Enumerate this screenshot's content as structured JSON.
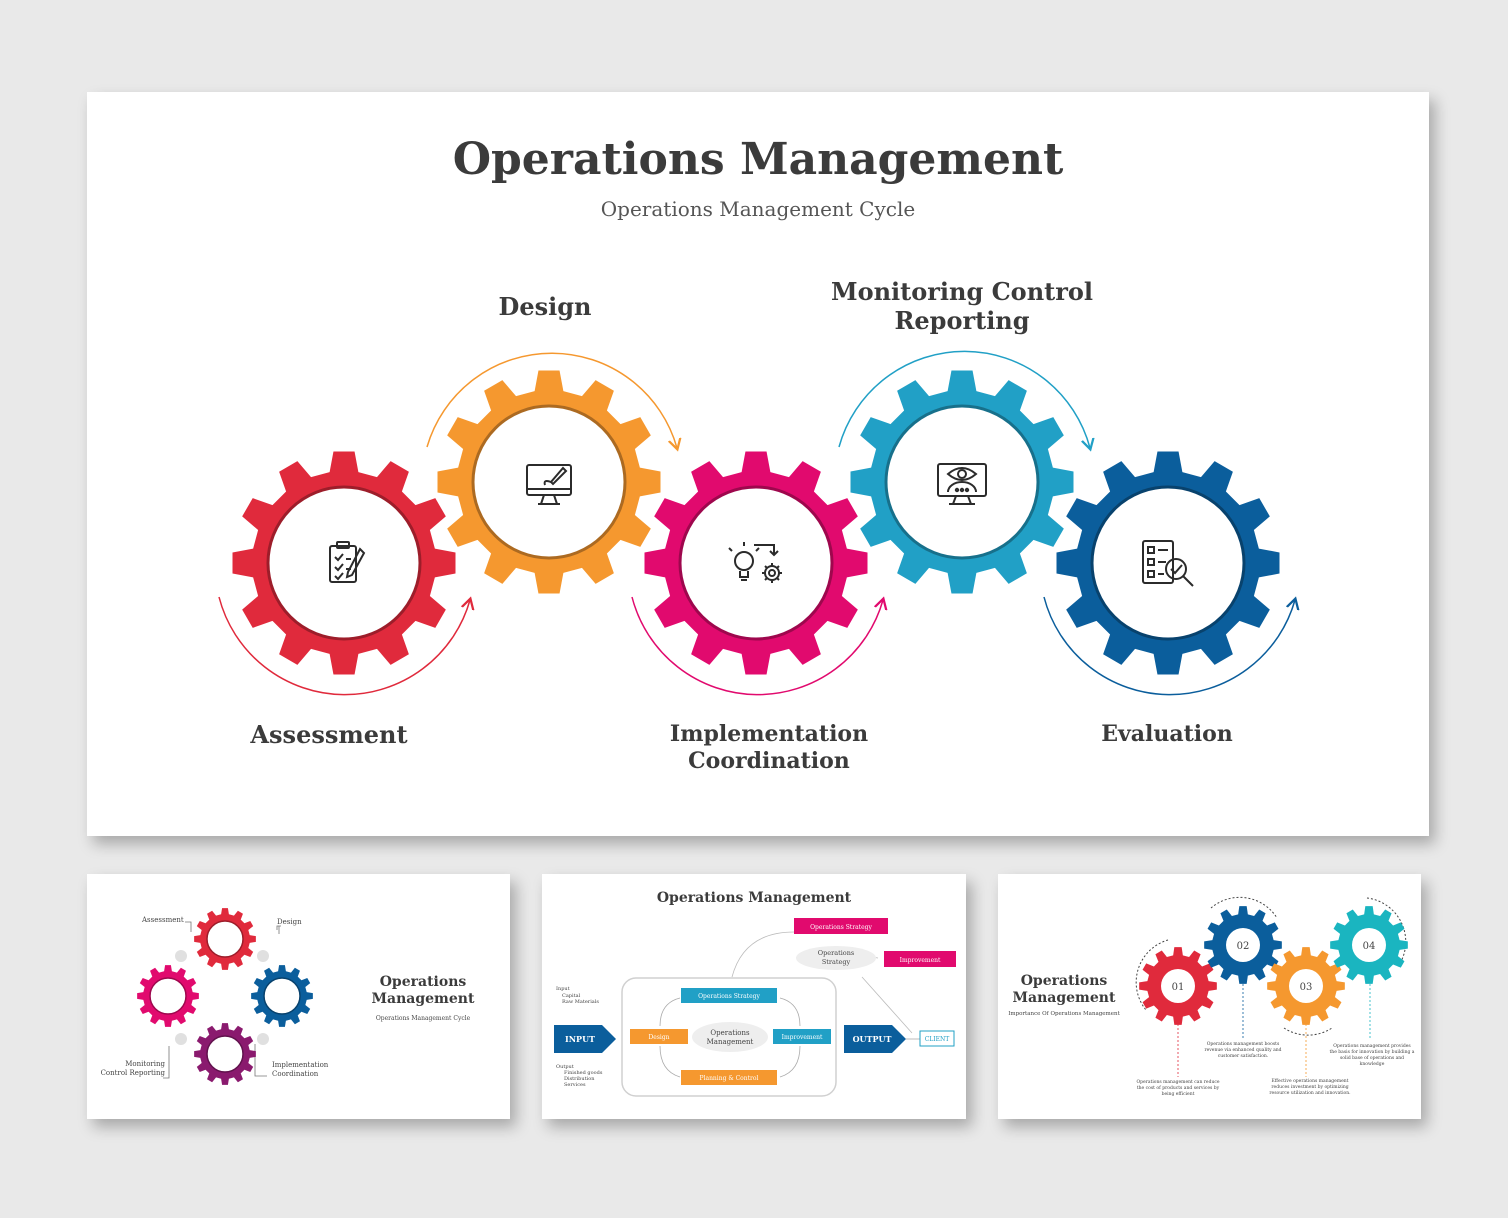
{
  "main": {
    "title": "Operations Management",
    "subtitle": "Operations Management Cycle",
    "steps": [
      {
        "label": "Assessment",
        "color": "#e02a3c",
        "icon": "clipboard-checklist-icon"
      },
      {
        "label": "Design",
        "color": "#f5982f",
        "icon": "monitor-design-icon"
      },
      {
        "label_lines": [
          "Implementation",
          "Coordination"
        ],
        "color": "#e10a6e",
        "icon": "idea-gear-icon"
      },
      {
        "label_lines": [
          "Monitoring Control",
          "Reporting"
        ],
        "color": "#21a0c6",
        "icon": "monitor-eye-icon"
      },
      {
        "label": "Evaluation",
        "color": "#0b5e9c",
        "icon": "report-search-icon"
      }
    ]
  },
  "thumb1": {
    "title_lines": [
      "Operations",
      "Management"
    ],
    "subtitle": "Operations Management Cycle",
    "labels": {
      "assessment": "Assessment",
      "design": "Design",
      "monitoring": [
        "Monitoring",
        "Control Reporting"
      ],
      "implementation": [
        "Implementation",
        "Coordination"
      ]
    },
    "colors": [
      "#e02a3c",
      "#0b5e9c",
      "#8a1a6e",
      "#e10a6e"
    ]
  },
  "thumb2": {
    "title": "Operations Management",
    "ops_strategy_top": "Operations Strategy",
    "ops_strategy_oval": [
      "Operations",
      "Strategy"
    ],
    "improvement_top": "Improvement",
    "input": "INPUT",
    "output": "OUTPUT",
    "client": "CLIENT",
    "inner_strategy": "Operations Strategy",
    "design": "Design",
    "center": [
      "Operations",
      "Management"
    ],
    "improvement": "Improvement",
    "planning": "Planning & Control",
    "input_notes": [
      "Input",
      "Capital",
      "Raw Materials"
    ],
    "output_notes": [
      "Output",
      "Finished goods",
      "Distribution",
      "Services"
    ],
    "colors": {
      "pink": "#e10a6e",
      "blue": "#21a0c6",
      "orange": "#f5982f",
      "navy": "#0b5e9c"
    }
  },
  "thumb3": {
    "title_lines": [
      "Operations",
      "Management"
    ],
    "subtitle": "Importance Of Operations Management",
    "gears": [
      {
        "num": "01",
        "color": "#e02a3c"
      },
      {
        "num": "02",
        "color": "#0b5e9c"
      },
      {
        "num": "03",
        "color": "#f5982f"
      },
      {
        "num": "04",
        "color": "#1ab5c0"
      }
    ],
    "notes": {
      "n1": [
        "Operations management can reduce",
        "the cost of products and services by",
        "being efficient"
      ],
      "n2": [
        "Operations management boosts",
        "revenue via enhanced quality and",
        "customer satisfaction."
      ],
      "n3": [
        "Effective operations management",
        "reduces investment by optimizing",
        "resource utilization and innovation."
      ],
      "n4": [
        "Operations management provides",
        "the basis for innovation by building a",
        "solid base of operations and",
        "knowledge"
      ]
    }
  }
}
